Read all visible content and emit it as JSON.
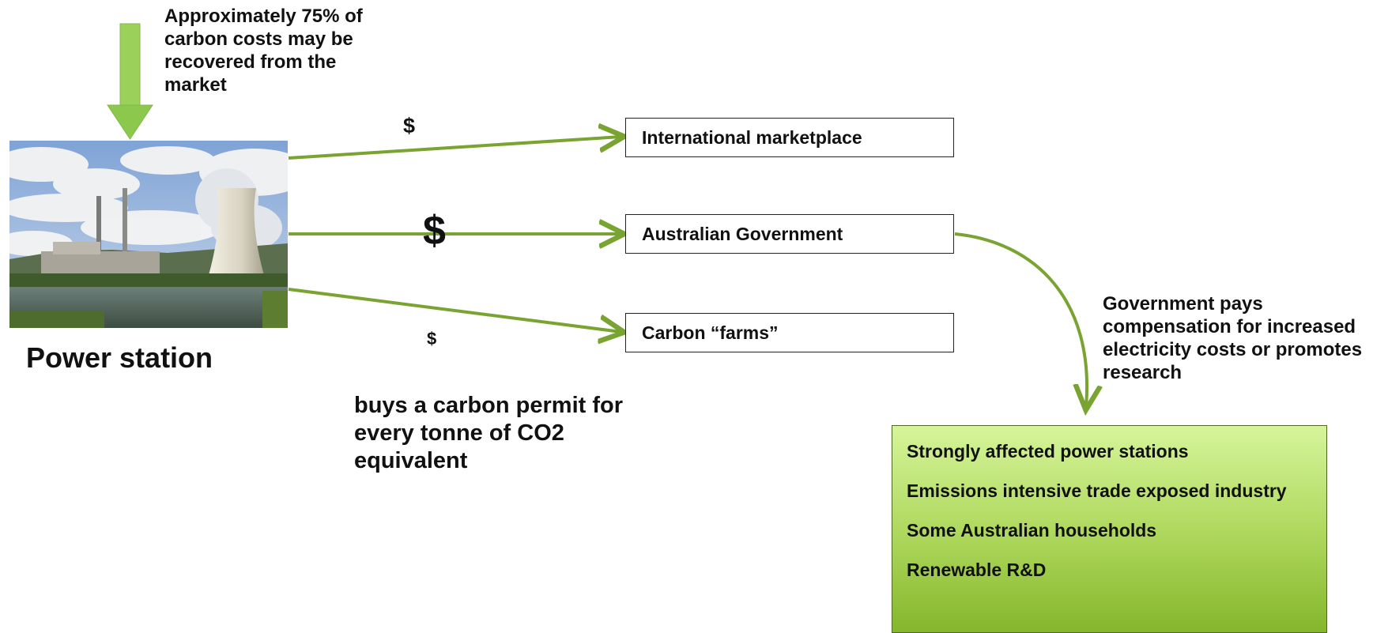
{
  "top_note": "Approximately 75% of carbon costs may be recovered from the market",
  "payments": {
    "to_international": "$",
    "to_government": "$",
    "to_farms": "$"
  },
  "power_station_label": "Power station",
  "buys_note": "buys a carbon permit for every tonne of CO2 equivalent",
  "destinations": {
    "international": "International marketplace",
    "government": "Australian Government",
    "farms": "Carbon “farms”"
  },
  "government_note": "Government pays compensation for increased electricity costs or promotes research",
  "recipients": [
    "Strongly affected power stations",
    "Emissions intensive trade exposed industry",
    "Some Australian households",
    "Renewable R&D"
  ],
  "colors": {
    "arrow": "#7aa432",
    "recipients_top": "#d6f59a",
    "recipients_bottom": "#85b62c"
  }
}
